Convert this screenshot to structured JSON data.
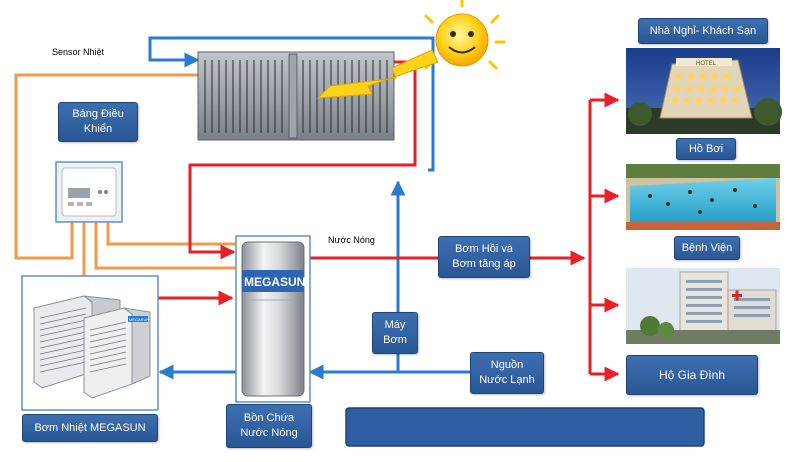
{
  "labels": {
    "sensor": "Sensor Nhiệt",
    "control_panel": "Bảng Điều\nKhiển",
    "hot_water_line": "Nước Nóng",
    "pump_box": "Bơm Hồi và\nBơm tăng áp",
    "pump": "Máy\nBơm",
    "cold_water": "Nguồn\nNước Lạnh",
    "tank": "Bồn Chứa\nNước Nóng",
    "heat_pump": "Bơm Nhiệt MEGASUN",
    "hotel": "Nhà Nghỉ- Khách Sạn",
    "pool": "Hồ Bơi",
    "hospital": "Bệnh Viện",
    "household": "Hộ Gia Đình",
    "caption": ""
  },
  "product_text": {
    "tank_brand": "MEGASUN",
    "hotel_sign": "HOTEL",
    "unit_brand": "MEGASUN"
  },
  "colors": {
    "hot": "#e8202a",
    "cold": "#2a7ad0",
    "control": "#f29a4a",
    "box": "#2f5fa3"
  }
}
